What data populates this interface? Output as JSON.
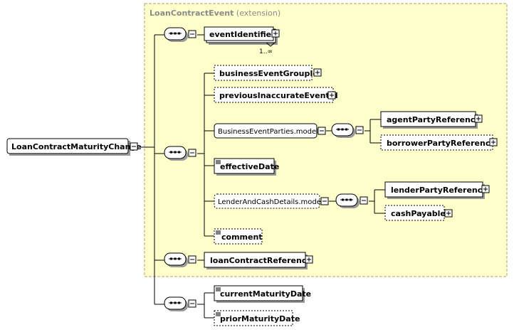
{
  "extension": {
    "name": "LoanContractEvent",
    "suffix": "(extension)"
  },
  "root": {
    "label": "LoanContractMaturityChange"
  },
  "nodes": {
    "eventIdentifier": "eventIdentifier",
    "eventIdentifier_card": "1..∞",
    "businessEventGroupId": "businessEventGroupId",
    "previousInaccurateEventId": "previousInaccurateEventId",
    "businessEventPartiesModel": "BusinessEventParties.model",
    "agentPartyReference": "agentPartyReference",
    "borrowerPartyReference": "borrowerPartyReference",
    "effectiveDate": "effectiveDate",
    "lenderAndCashDetailsModel": "LenderAndCashDetails.model",
    "lenderPartyReference": "lenderPartyReference",
    "cashPayable": "cashPayable",
    "comment": "comment",
    "loanContractReference": "loanContractReference",
    "currentMaturityDate": "currentMaturityDate",
    "priorMaturityDate": "priorMaturityDate"
  },
  "colors": {
    "extension_fill": "#FFFFCC",
    "extension_border": "#AAAA66"
  }
}
